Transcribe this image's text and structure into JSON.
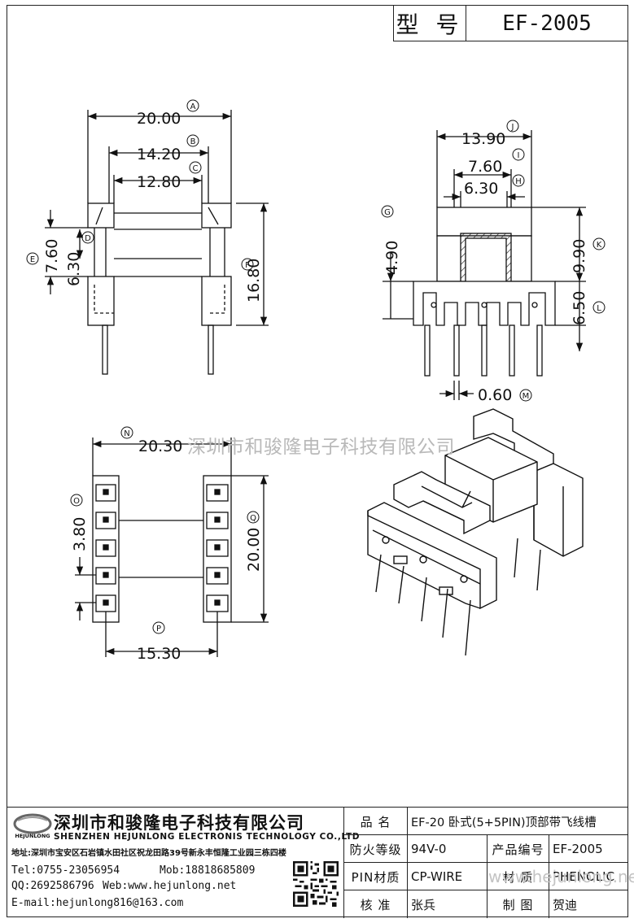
{
  "header": {
    "model_label": "型 号",
    "model_value": "EF-2005"
  },
  "dims": {
    "A": "20.00",
    "B": "14.20",
    "C": "12.80",
    "D": "6.30",
    "E": "7.60",
    "F": "16.80",
    "G": "4.90",
    "H": "6.30",
    "I": "7.60",
    "J": "13.90",
    "K": "9.90",
    "L": "6.50",
    "M": "0.60",
    "N": "20.30",
    "O": "3.80",
    "P": "15.30",
    "Q": "20.00"
  },
  "letters": [
    "A",
    "B",
    "C",
    "D",
    "E",
    "F",
    "G",
    "H",
    "I",
    "J",
    "K",
    "L",
    "M",
    "N",
    "O",
    "P",
    "Q"
  ],
  "watermark": "深圳市和骏隆电子科技有限公司",
  "watermark_url": "www.hejunlong.net",
  "company": {
    "logo_text": "HEJUNLONG",
    "name_cn": "深圳市和骏隆电子科技有限公司",
    "name_en": "SHENZHEN HEJUNLONG ELECTRONIS TECHNOLOGY CO.,LTD",
    "address": "地址:深圳市宝安区石岩镇水田社区祝龙田路39号新永丰恒隆工业园三栋四楼",
    "tel": "Tel:0755-23056954",
    "mob": "Mob:18818685809",
    "qq": "QQ:2692586796",
    "web": "Web:www.hejunlong.net",
    "email": "E-mail:hejunlong816@163.com"
  },
  "spec": {
    "name_label": "品  名",
    "name_value": "EF-20 卧式(5+5PIN)顶部带飞线槽",
    "fire_label": "防火等级",
    "fire_value": "94V-0",
    "code_label": "产品编号",
    "code_value": "EF-2005",
    "pin_label": "PIN材质",
    "pin_value": "CP-WIRE",
    "material_label": "材  质",
    "material_value": "PHENOLIC",
    "check_label": "核  准",
    "check_value": "张兵",
    "draw_label": "制  图",
    "draw_value": "贺迪"
  }
}
